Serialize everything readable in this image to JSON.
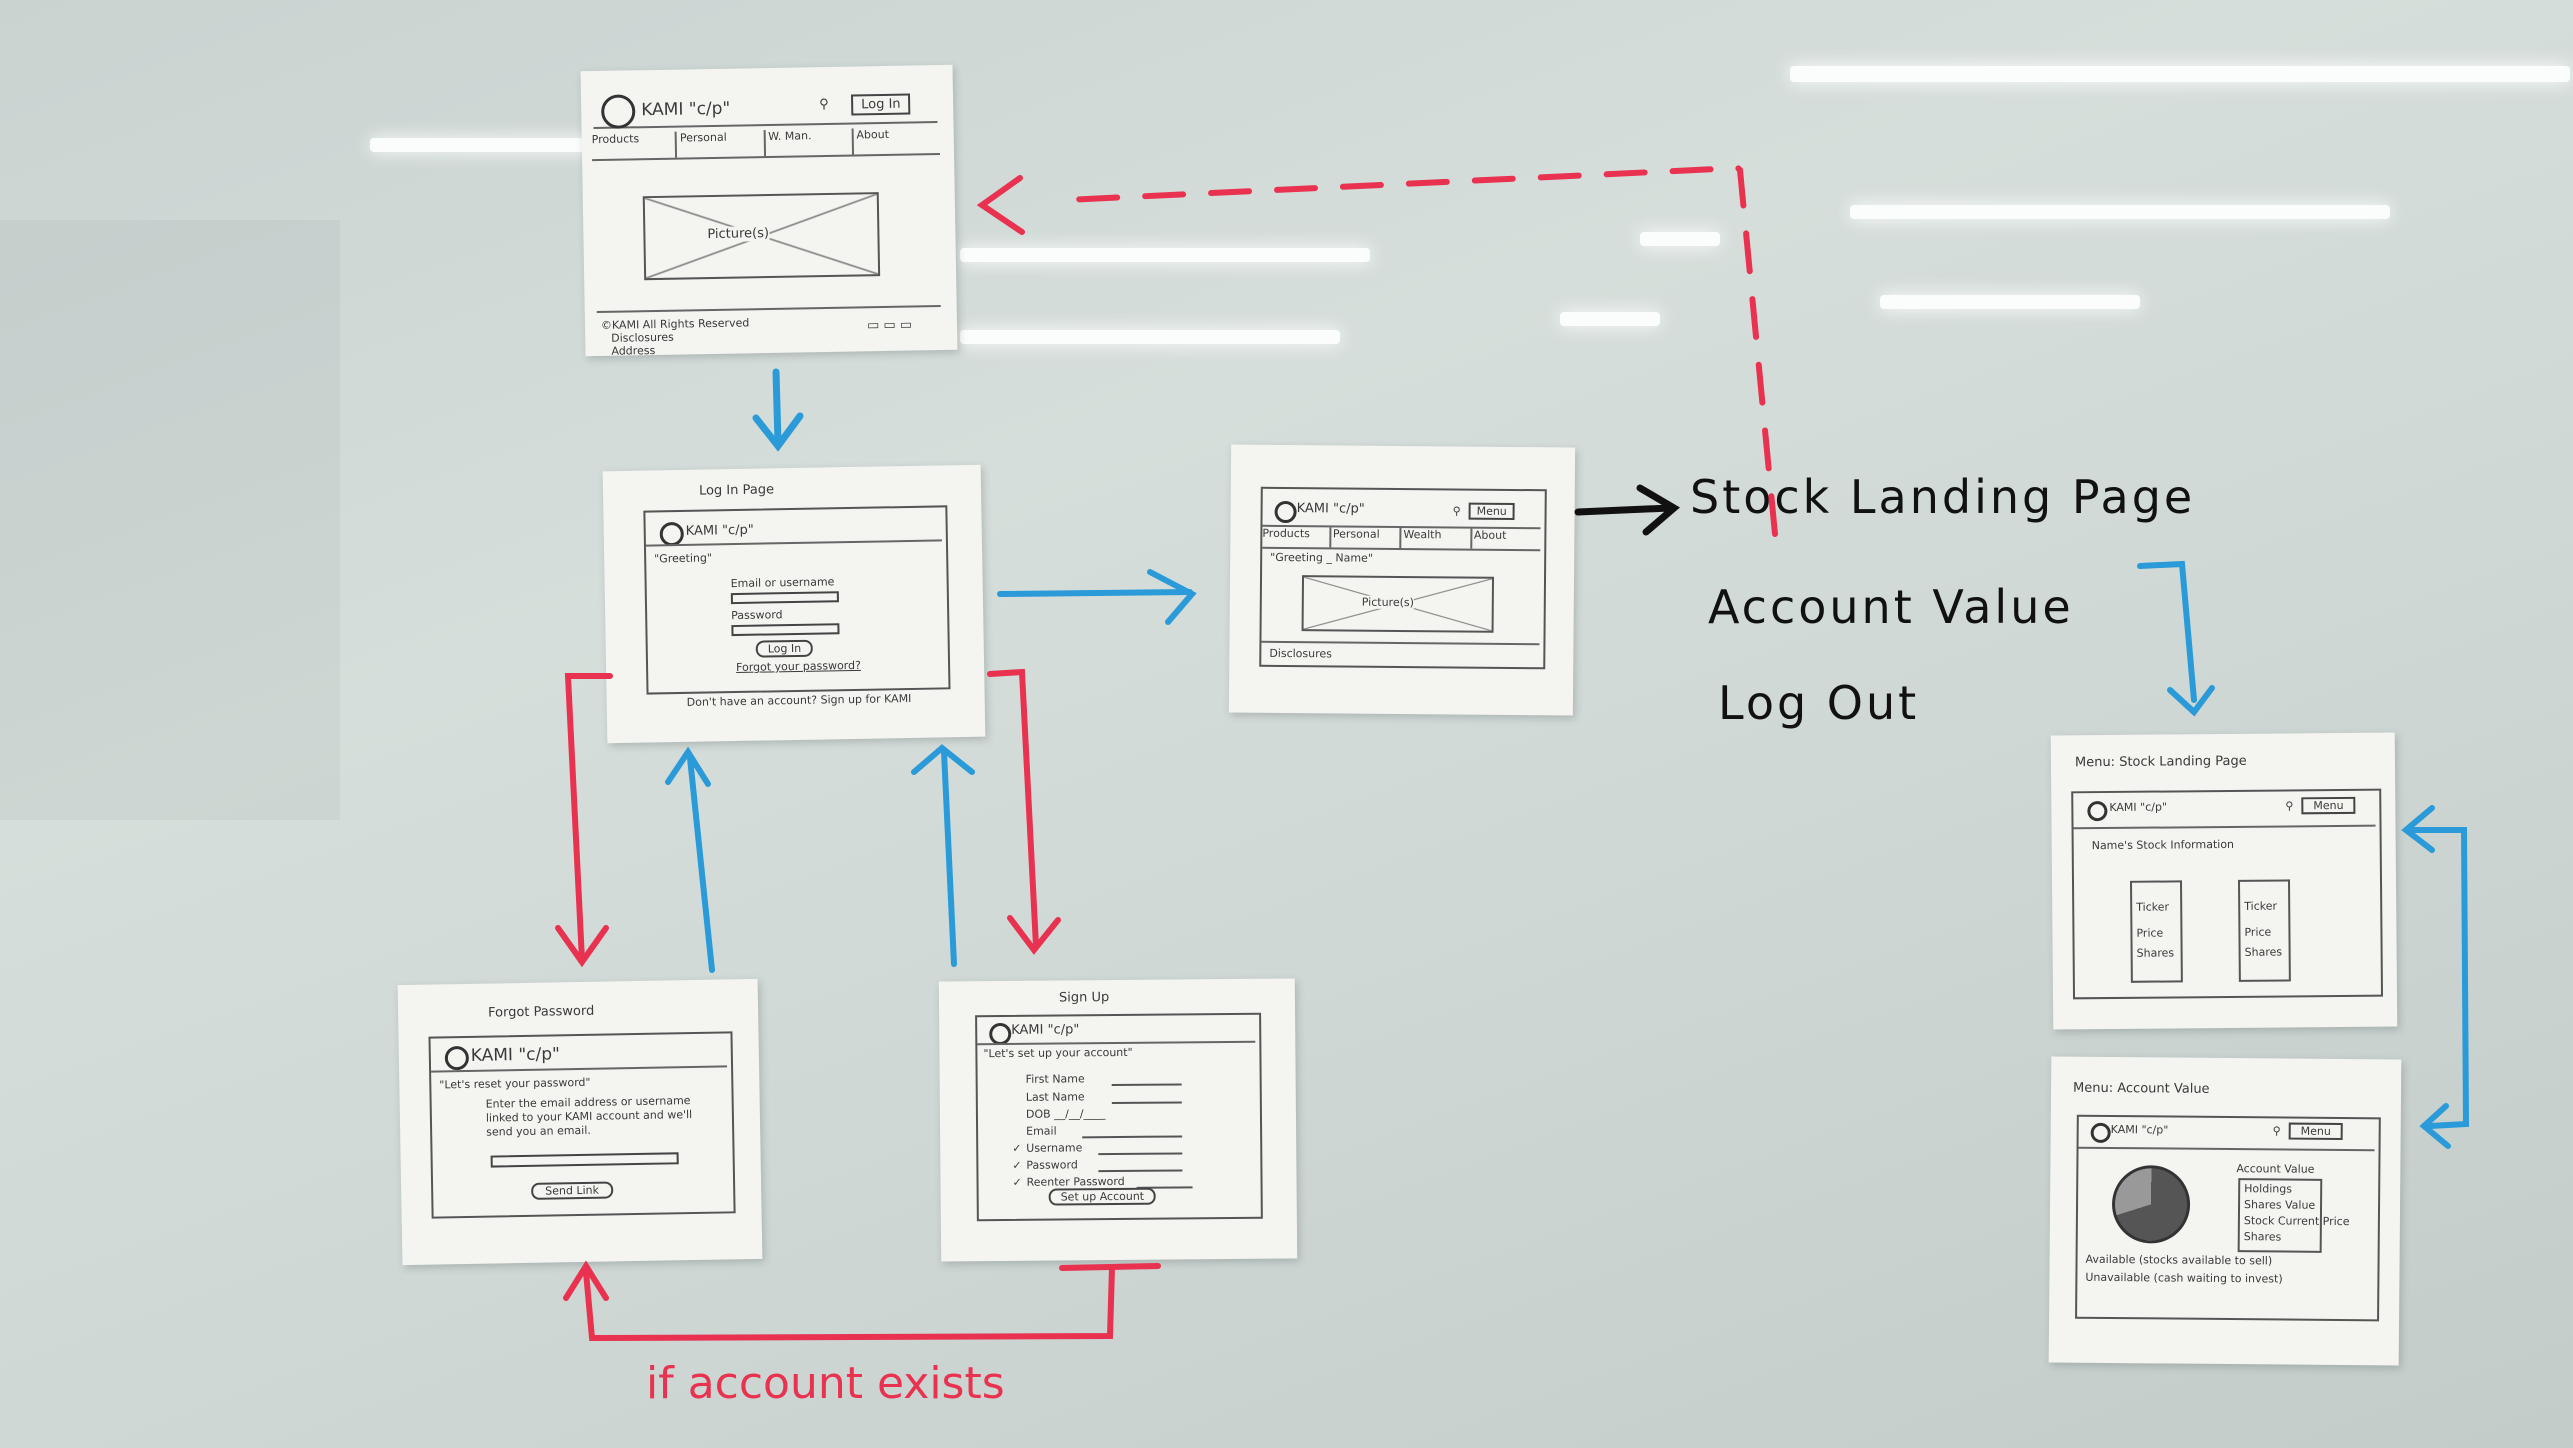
{
  "whiteboard": {
    "annotations": {
      "stock_landing": "Stock Landing Page",
      "account_value": "Account Value",
      "log_out": "Log Out",
      "if_account_exists": "if account exists"
    },
    "colors": {
      "red_marker": "#e8324f",
      "blue_marker": "#2a9ad8",
      "black_marker": "#111111"
    }
  },
  "home": {
    "logo": "KAMI \"c/p\"",
    "login_button": "Log In",
    "nav": [
      "Products",
      "Personal",
      "W. Man.",
      "About"
    ],
    "picture": "Picture(s)",
    "footer_1": "©KAMI All Rights Reserved",
    "footer_2": "Disclosures",
    "footer_3": "Address"
  },
  "login": {
    "title": "Log In Page",
    "logo": "KAMI \"c/p\"",
    "greeting": "\"Greeting\"",
    "email_label": "Email or username",
    "password_label": "Password",
    "button": "Log In",
    "forgot": "Forgot your password?",
    "signup": "Don't have an account? Sign up for KAMI"
  },
  "dashboard": {
    "logo": "KAMI \"c/p\"",
    "menu": "Menu",
    "nav": [
      "Products",
      "Personal",
      "Wealth",
      "About"
    ],
    "greeting": "\"Greeting _ Name\"",
    "picture": "Picture(s)",
    "footer": "Disclosures"
  },
  "forgot": {
    "title": "Forgot Password",
    "logo": "KAMI \"c/p\"",
    "heading": "\"Let's reset your password\"",
    "body": "Enter the email address or username linked to your KAMI account and we'll send you an email.",
    "button": "Send Link"
  },
  "signup": {
    "title": "Sign Up",
    "logo": "KAMI \"c/p\"",
    "heading": "\"Let's set up your account\"",
    "fields": [
      "First Name",
      "Last Name",
      "DOB  __/__/____",
      "Email",
      "Username",
      "Password",
      "Reenter Password"
    ],
    "button": "Set up Account"
  },
  "menu_stock": {
    "title": "Menu: Stock Landing Page",
    "logo": "KAMI \"c/p\"",
    "menu": "Menu",
    "heading": "Name's Stock Information",
    "card_fields": [
      "Ticker",
      "Price",
      "Shares"
    ]
  },
  "menu_account": {
    "title": "Menu: Account Value",
    "logo": "KAMI \"c/p\"",
    "menu": "Menu",
    "panel_title": "Account Value",
    "holdings": [
      "Holdings",
      "Shares Value",
      "Stock Current Price",
      "Shares"
    ],
    "available": "Available (stocks available to sell)",
    "unavailable": "Unavailable (cash waiting to invest)"
  }
}
